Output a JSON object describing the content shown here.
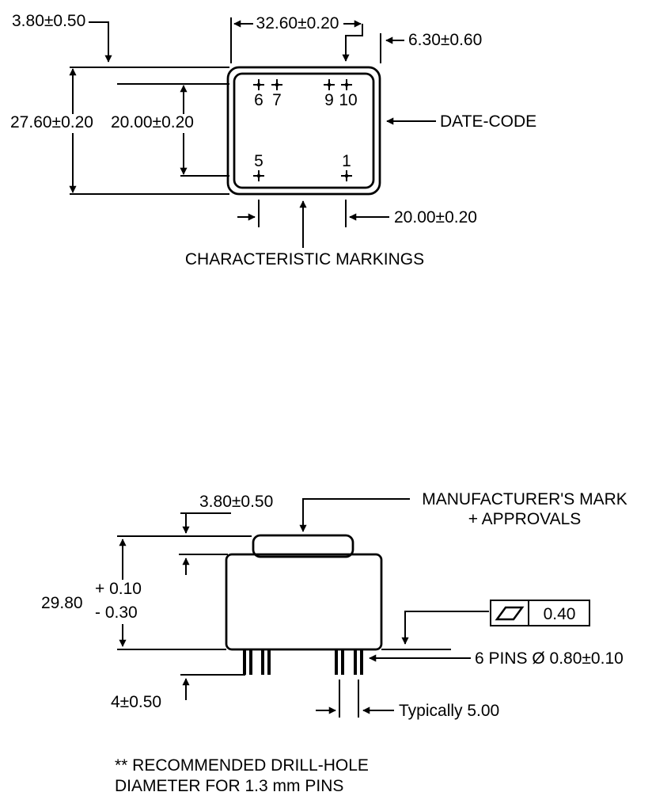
{
  "colors": {
    "ink": "#000000",
    "background": "#ffffff"
  },
  "top_view": {
    "pins": {
      "p6": "6",
      "p7": "7",
      "p9": "9",
      "p10": "10",
      "p5": "5",
      "p1": "1"
    },
    "dims": {
      "edge_offset_top": "3.80±0.50",
      "width": "32.60±0.20",
      "pin_to_edge_right": "6.30±0.60",
      "height": "27.60±0.20",
      "pin_row_pitch": "20.00±0.20",
      "pin_col_pitch": "20.00±0.20"
    },
    "labels": {
      "date_code": "DATE-CODE",
      "characteristic_markings": "CHARACTERISTIC MARKINGS"
    }
  },
  "side_view": {
    "dims": {
      "lid_height": "3.80±0.50",
      "total_height": "29.80",
      "total_height_tol_plus": "+ 0.10",
      "total_height_tol_minus": "- 0.30",
      "pin_length": "4±0.50",
      "flatness_value": "0.40",
      "pin_note": "6 PINS Ø 0.80±0.10",
      "pin_pitch": "Typically 5.00"
    },
    "labels": {
      "manufacturers_mark_line1": "MANUFACTURER'S MARK",
      "manufacturers_mark_line2": "+ APPROVALS"
    }
  },
  "footnote": {
    "line1": "** RECOMMENDED DRILL-HOLE",
    "line2": "DIAMETER FOR 1.3 mm PINS"
  }
}
